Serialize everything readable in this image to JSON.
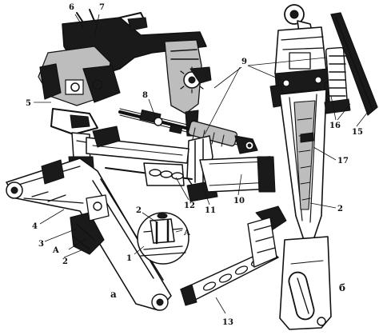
{
  "figure": {
    "views": [
      {
        "id": "a",
        "label": "а"
      },
      {
        "id": "b",
        "label": "б"
      }
    ],
    "callouts": [
      "1",
      "2",
      "2",
      "2",
      "3",
      "4",
      "5",
      "6",
      "7",
      "8",
      "9",
      "10",
      "11",
      "12",
      "13",
      "15",
      "16",
      "17",
      "A",
      "A"
    ]
  }
}
